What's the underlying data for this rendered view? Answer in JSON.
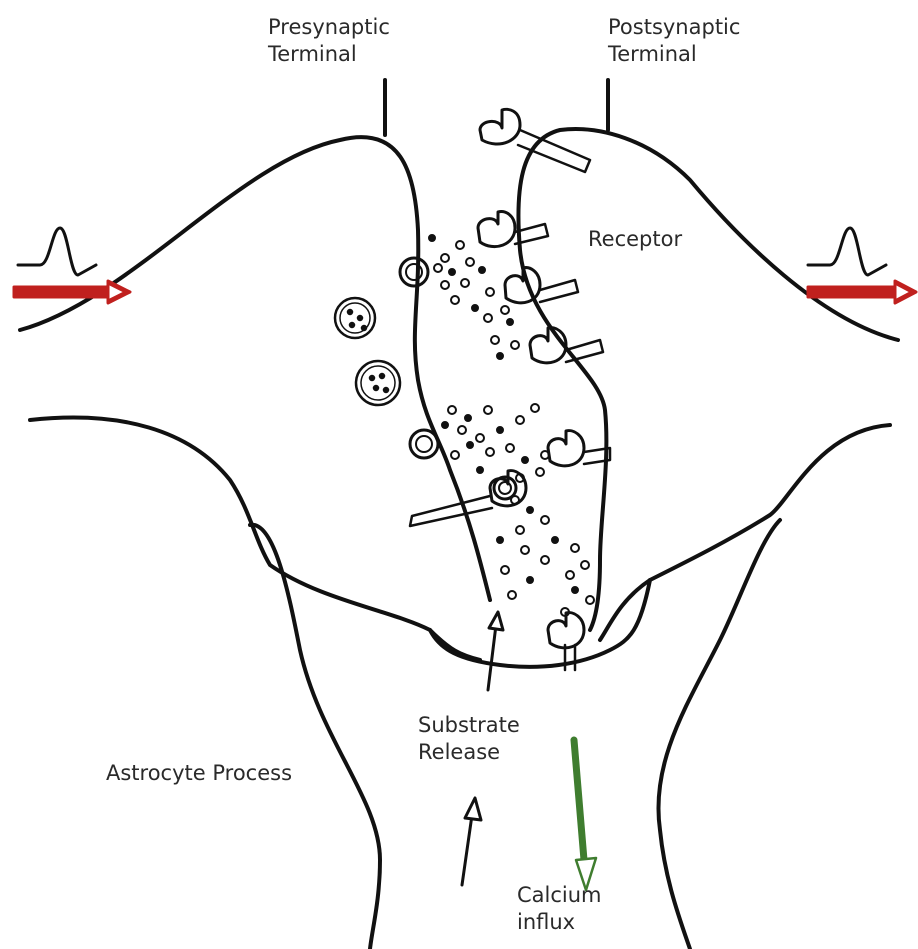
{
  "labels": {
    "presynaptic": [
      "Presynaptic",
      "Terminal"
    ],
    "postsynaptic": [
      "Postsynaptic",
      "Terminal"
    ],
    "receptor": "Receptor",
    "astrocyte": "Astrocyte Process",
    "substrate": [
      "Substrate",
      "Release"
    ],
    "calcium": [
      "Calcium",
      "influx"
    ]
  },
  "colors": {
    "line": "#111111",
    "signal_arrow": "#c0201e",
    "calcium_arrow": "#3f7d2f"
  },
  "icons": [
    "action-potential-icon",
    "signal-arrow-icon",
    "vesicle-icon",
    "receptor-icon"
  ]
}
